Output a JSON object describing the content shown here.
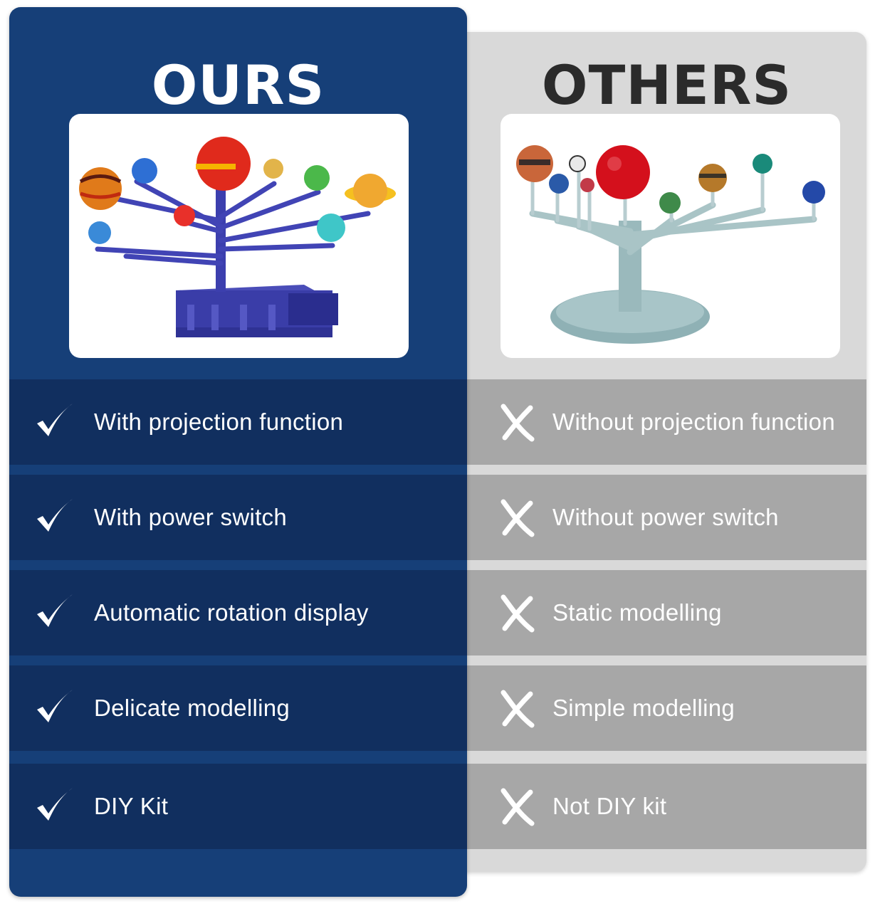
{
  "ours": {
    "heading": "OURS",
    "photo_alt": "blue solar system model kit",
    "mark_icon": "check-icon",
    "features": [
      "With projection function",
      "With power switch",
      "Automatic rotation display",
      "Delicate modelling",
      "DIY Kit"
    ],
    "colors": {
      "panel": "#163f78",
      "row": "#112f5f"
    }
  },
  "others": {
    "heading": "OTHERS",
    "photo_alt": "grey solar system model",
    "mark_icon": "cross-icon",
    "features": [
      "Without projection function",
      "Without power switch",
      "Static modelling",
      "Simple modelling",
      "Not DIY kit"
    ],
    "colors": {
      "panel": "#d9d9d9",
      "row": "#a7a7a7"
    }
  }
}
